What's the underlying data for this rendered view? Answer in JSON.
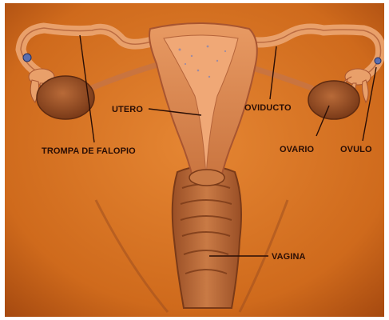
{
  "labels": {
    "utero": "UTERO",
    "oviducto": "OVIDUCTO",
    "trompa": "TROMPA DE FALOPIO",
    "ovario": "OVARIO",
    "ovulo": "OVULO",
    "vagina": "VAGINA"
  },
  "colors": {
    "background": "#d9731f",
    "background_dark": "#a4480f",
    "tissue": "#e9945a",
    "tissue_dark": "#a85530",
    "ovary": "#8f4a22",
    "label": "#2a0e05",
    "ovum": "#5a6fb0"
  }
}
